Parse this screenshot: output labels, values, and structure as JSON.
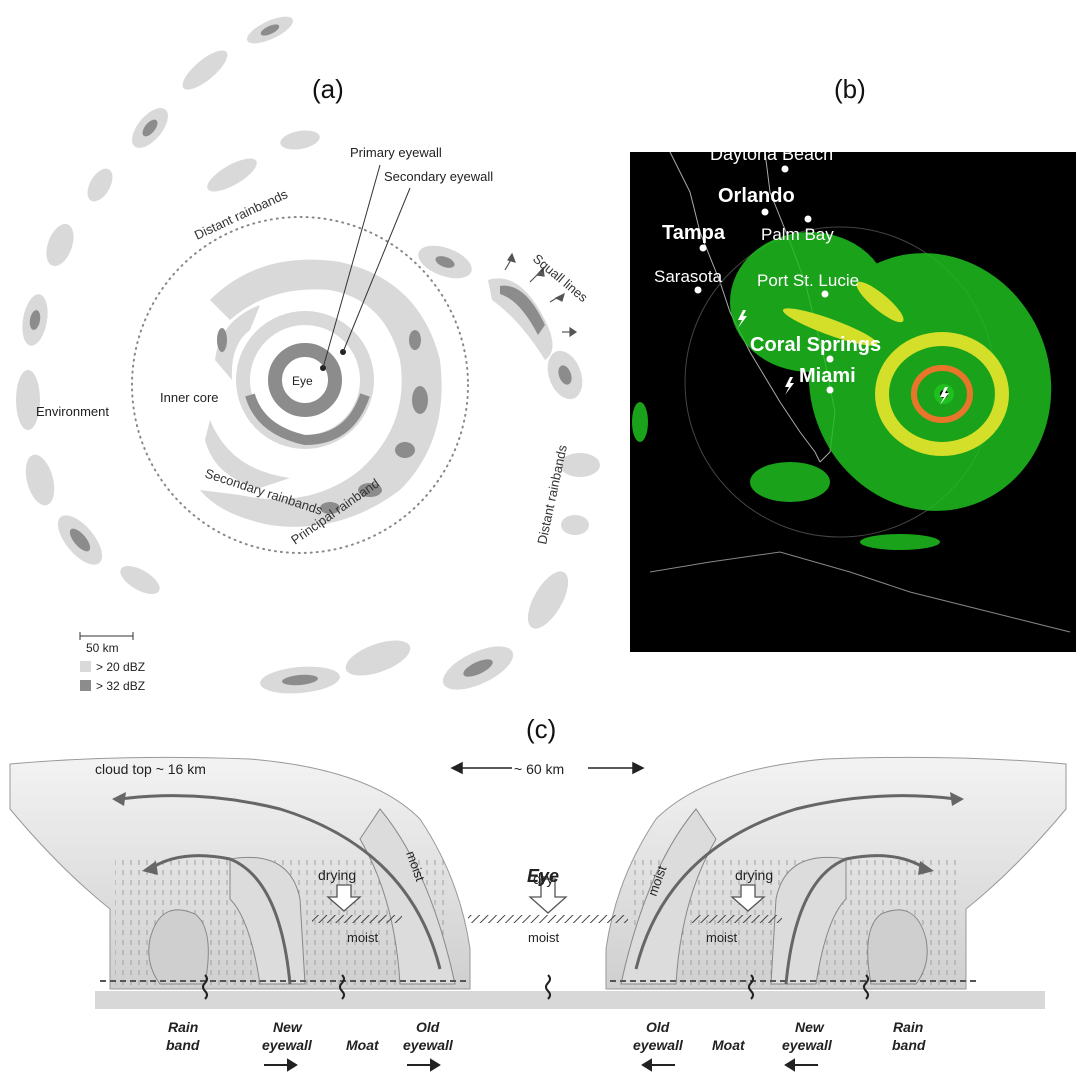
{
  "panels": {
    "a": {
      "label": "(a)",
      "annotations": {
        "primary_eyewall": "Primary eyewall",
        "secondary_eyewall": "Secondary eyewall",
        "distant_rainbands_top": "Distant  rainbands",
        "squall_lines": "Squall lines",
        "eye": "Eye",
        "environment": "Environment",
        "inner_core": "Inner core",
        "secondary_rainbands": "Secondary  rainbands",
        "principal_rainband": "Principal rainband",
        "distant_rainbands_right": "Distant  rainbands"
      },
      "scale": "50 km",
      "legend": [
        {
          "label": "> 20 dBZ",
          "color": "#d9d9d9"
        },
        {
          "label": "> 32 dBZ",
          "color": "#8c8c8c"
        }
      ]
    },
    "b": {
      "label": "(b)",
      "cities": [
        {
          "name": "Daytona Beach",
          "style": "normal"
        },
        {
          "name": "Orlando",
          "style": "bold"
        },
        {
          "name": "Tampa",
          "style": "bold"
        },
        {
          "name": "Palm Bay",
          "style": "normal"
        },
        {
          "name": "Sarasota",
          "style": "normal"
        },
        {
          "name": "Port St. Lucie",
          "style": "normal"
        },
        {
          "name": "Coral Springs",
          "style": "bold"
        },
        {
          "name": "Miami",
          "style": "bold"
        }
      ],
      "colors": {
        "background": "#000000",
        "light_rain": "#1fbf1f",
        "moderate": "#e8e62a",
        "heavy": "#e8762a"
      }
    },
    "c": {
      "label": "(c)",
      "annotations": {
        "cloud_top": "cloud top ~ 16 km",
        "width": "~ 60 km",
        "eye": "Eye",
        "moist_left": "moist",
        "moist_right": "moist",
        "drying_left": "drying",
        "drying_right": "drying",
        "dry": "dry",
        "moist_low_left": "moist",
        "moist_center": "moist",
        "moist_low_right": "moist"
      },
      "bottom_labels_left": [
        {
          "line1": "Rain",
          "line2": "band"
        },
        {
          "line1": "New",
          "line2": "eyewall"
        },
        {
          "line1": "Moat",
          "line2": ""
        },
        {
          "line1": "Old",
          "line2": "eyewall"
        }
      ],
      "bottom_labels_right": [
        {
          "line1": "Old",
          "line2": "eyewall"
        },
        {
          "line1": "Moat",
          "line2": ""
        },
        {
          "line1": "New",
          "line2": "eyewall"
        },
        {
          "line1": "Rain",
          "line2": "band"
        }
      ]
    }
  }
}
